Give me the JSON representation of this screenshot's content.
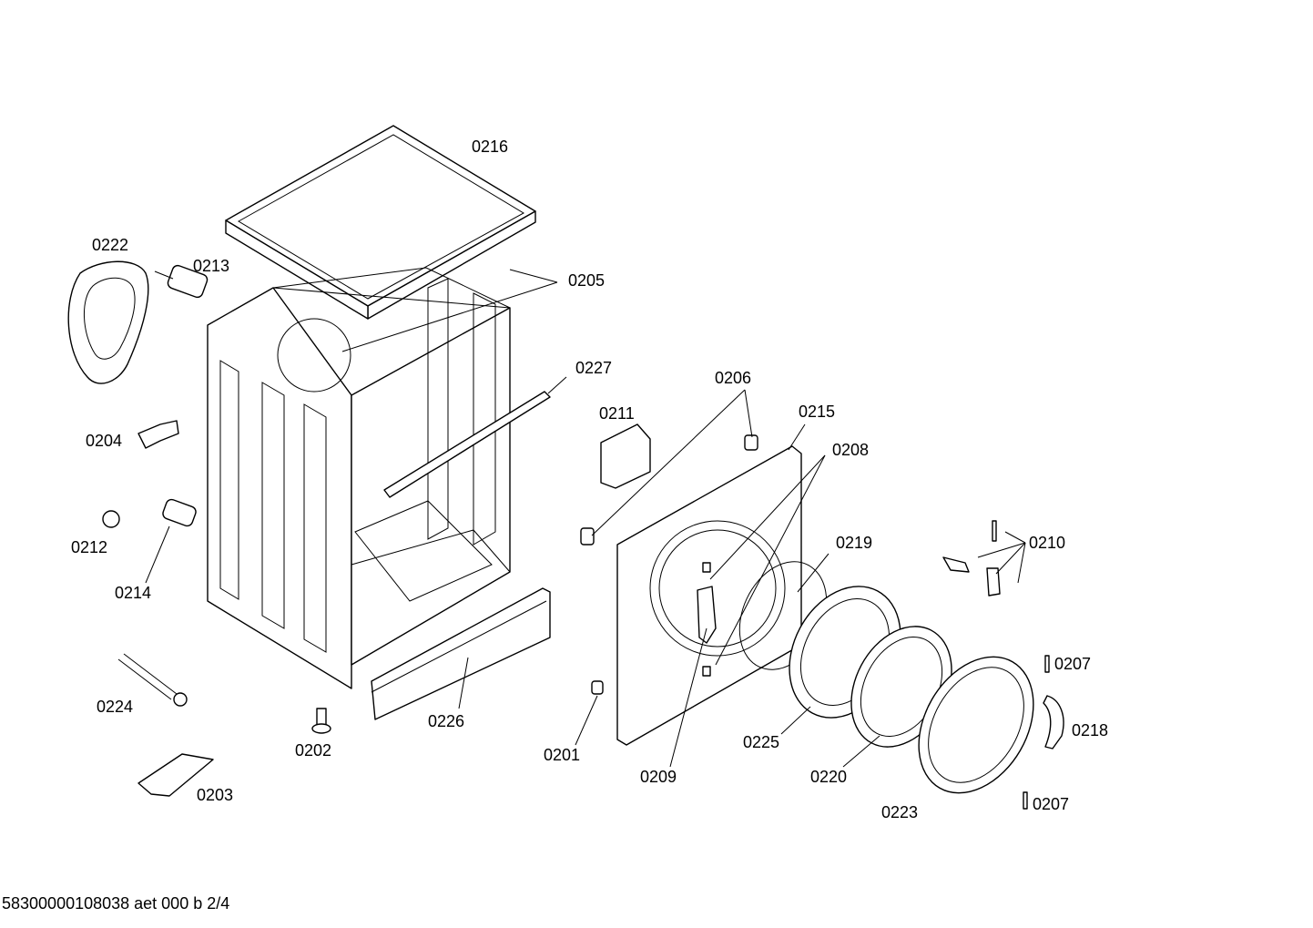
{
  "labels": {
    "p0216": "0216",
    "p0222": "0222",
    "p0213": "0213",
    "p0205": "0205",
    "p0227": "0227",
    "p0206": "0206",
    "p0211": "0211",
    "p0215": "0215",
    "p0208": "0208",
    "p0204": "0204",
    "p0212": "0212",
    "p0214": "0214",
    "p0219": "0219",
    "p0210": "0210",
    "p0207a": "0207",
    "p0218": "0218",
    "p0224": "0224",
    "p0226": "0226",
    "p0202": "0202",
    "p0201": "0201",
    "p0225": "0225",
    "p0209": "0209",
    "p0220": "0220",
    "p0223": "0223",
    "p0207b": "0207",
    "p0203": "0203"
  },
  "footer": "58300000108038 aet 000 b 2/4"
}
